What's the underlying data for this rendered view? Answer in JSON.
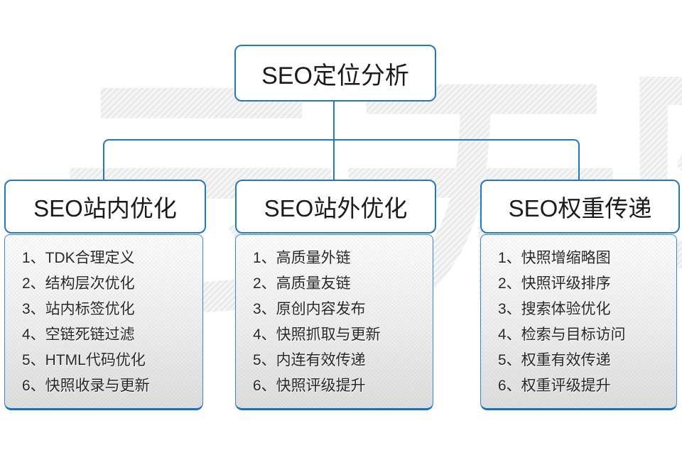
{
  "watermark_text": "云无限",
  "root_node": {
    "label": "SEO定位分析"
  },
  "branches": [
    {
      "title": "SEO站内优化",
      "items": [
        "1、TDK合理定义",
        "2、结构层次优化",
        "3、站内标签优化",
        "4、空链死链过滤",
        "5、HTML代码优化",
        "6、快照收录与更新"
      ]
    },
    {
      "title": "SEO站外优化",
      "items": [
        "1、高质量外链",
        "2、高质量友链",
        "3、原创内容发布",
        "4、快照抓取与更新",
        "5、内连有效传递",
        "6、快照评级提升"
      ]
    },
    {
      "title": "SEO权重传递",
      "items": [
        "1、快照增缩略图",
        "2、快照评级排序",
        "3、搜索体验优化",
        "4、检索与目标访问",
        "5、权重有效传递",
        "6、权重评级提升"
      ]
    }
  ],
  "colors": {
    "connector_blue": "#2178c5",
    "accent_blue": "#176fc1",
    "text_dark": "#282828",
    "watermark_gray": "#ededed"
  }
}
